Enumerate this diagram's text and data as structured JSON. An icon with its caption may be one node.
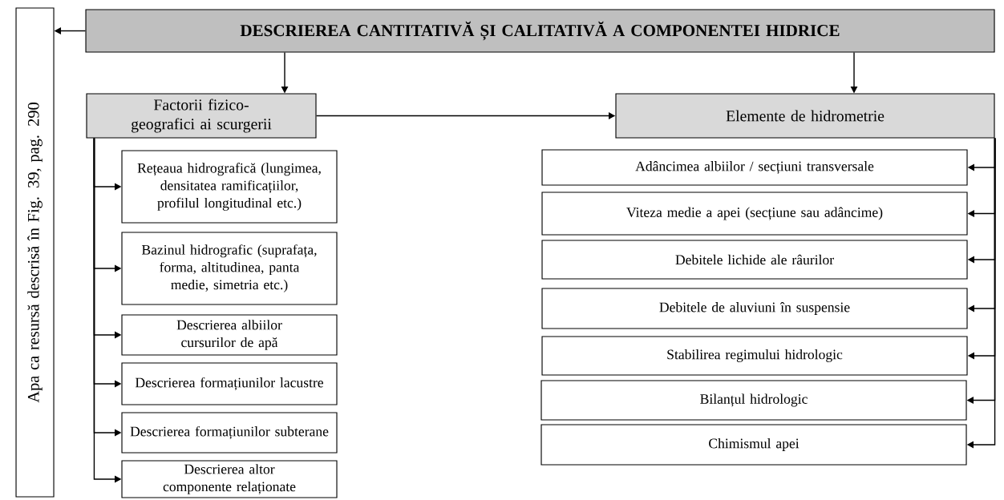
{
  "diagram": {
    "nodes": [
      {
        "text": [
          "Apa ca resursă descrisă în Fig. 39, pag. 290"
        ]
      },
      {
        "text": [
          "DESCRIEREA CANTITATIVĂ ȘI CALITATIVĂ A COMPONENTEI HIDRICE"
        ]
      },
      {
        "text": [
          "Factorii fizico-geografici ai scurgerii"
        ]
      },
      {
        "text": [
          "Elemente de hidrometrie"
        ]
      },
      {
        "text": [
          "Rețeaua hidrografică (lungimea, densitatea ramificațiilor, profilul longitudinal etc.)"
        ]
      },
      {
        "text": [
          "Bazinul hidrografic (suprafața, forma, altitudinea, panta medie, simetria etc.)"
        ]
      },
      {
        "text": [
          "Descrierea albiilor cursurilor de apă"
        ]
      },
      {
        "text": [
          "Descrierea formațiunilor lacustre"
        ]
      },
      {
        "text": [
          "Descrierea formațiunilor subterane"
        ]
      },
      {
        "text": [
          "Descrierea altor componente relaționate"
        ]
      },
      {
        "text": [
          "Adâncimea albiilor / secțiuni transversale"
        ]
      },
      {
        "text": [
          "Viteza medie a apei (secțiune sau adâncime)"
        ]
      },
      {
        "text": [
          "Debitele lichide ale râurilor"
        ]
      },
      {
        "text": [
          "Debitele de aluviuni în suspensie"
        ]
      },
      {
        "text": [
          "Stabilirea regimului hidrologic"
        ]
      },
      {
        "text": [
          "Bilanțul hidrologic"
        ]
      },
      {
        "text": [
          "Chimismul apei"
        ]
      }
    ],
    "edges": [
      {
        "from": 1,
        "to": 0,
        "arrow": "to"
      },
      {
        "from": 1,
        "to": 2,
        "arrow": "to"
      },
      {
        "from": 1,
        "to": 3,
        "arrow": "to"
      },
      {
        "from": 2,
        "to": 3,
        "arrow": "to"
      },
      {
        "from": 2,
        "to": 4,
        "arrow": "to"
      },
      {
        "from": 2,
        "to": 5,
        "arrow": "to"
      },
      {
        "from": 2,
        "to": 6,
        "arrow": "to"
      },
      {
        "from": 2,
        "to": 7,
        "arrow": "to"
      },
      {
        "from": 2,
        "to": 8,
        "arrow": "to"
      },
      {
        "from": 2,
        "to": 9,
        "arrow": "to"
      },
      {
        "from": 3,
        "to": 10,
        "arrow": "to"
      },
      {
        "from": 3,
        "to": 11,
        "arrow": "to"
      },
      {
        "from": 3,
        "to": 12,
        "arrow": "to"
      },
      {
        "from": 3,
        "to": 13,
        "arrow": "to"
      },
      {
        "from": 3,
        "to": 14,
        "arrow": "to"
      },
      {
        "from": 3,
        "to": 15,
        "arrow": "to"
      },
      {
        "from": 3,
        "to": 16,
        "arrow": "to"
      }
    ]
  }
}
